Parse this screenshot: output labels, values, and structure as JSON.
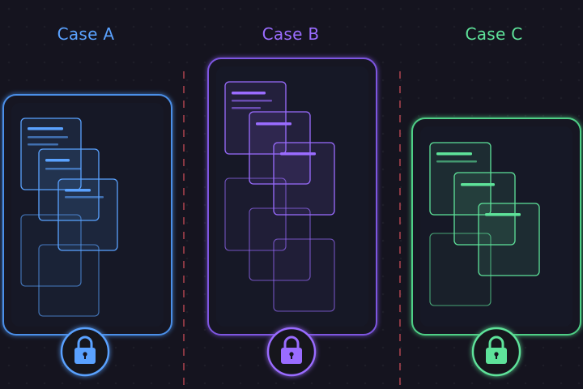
{
  "cases": [
    {
      "label": "Case A",
      "accent": "#5aa2ff"
    },
    {
      "label": "Case B",
      "accent": "#9a6cff"
    },
    {
      "label": "Case C",
      "accent": "#5ee39a"
    }
  ],
  "divider_color": "#c04a55",
  "lock_icon": "padlock-icon"
}
